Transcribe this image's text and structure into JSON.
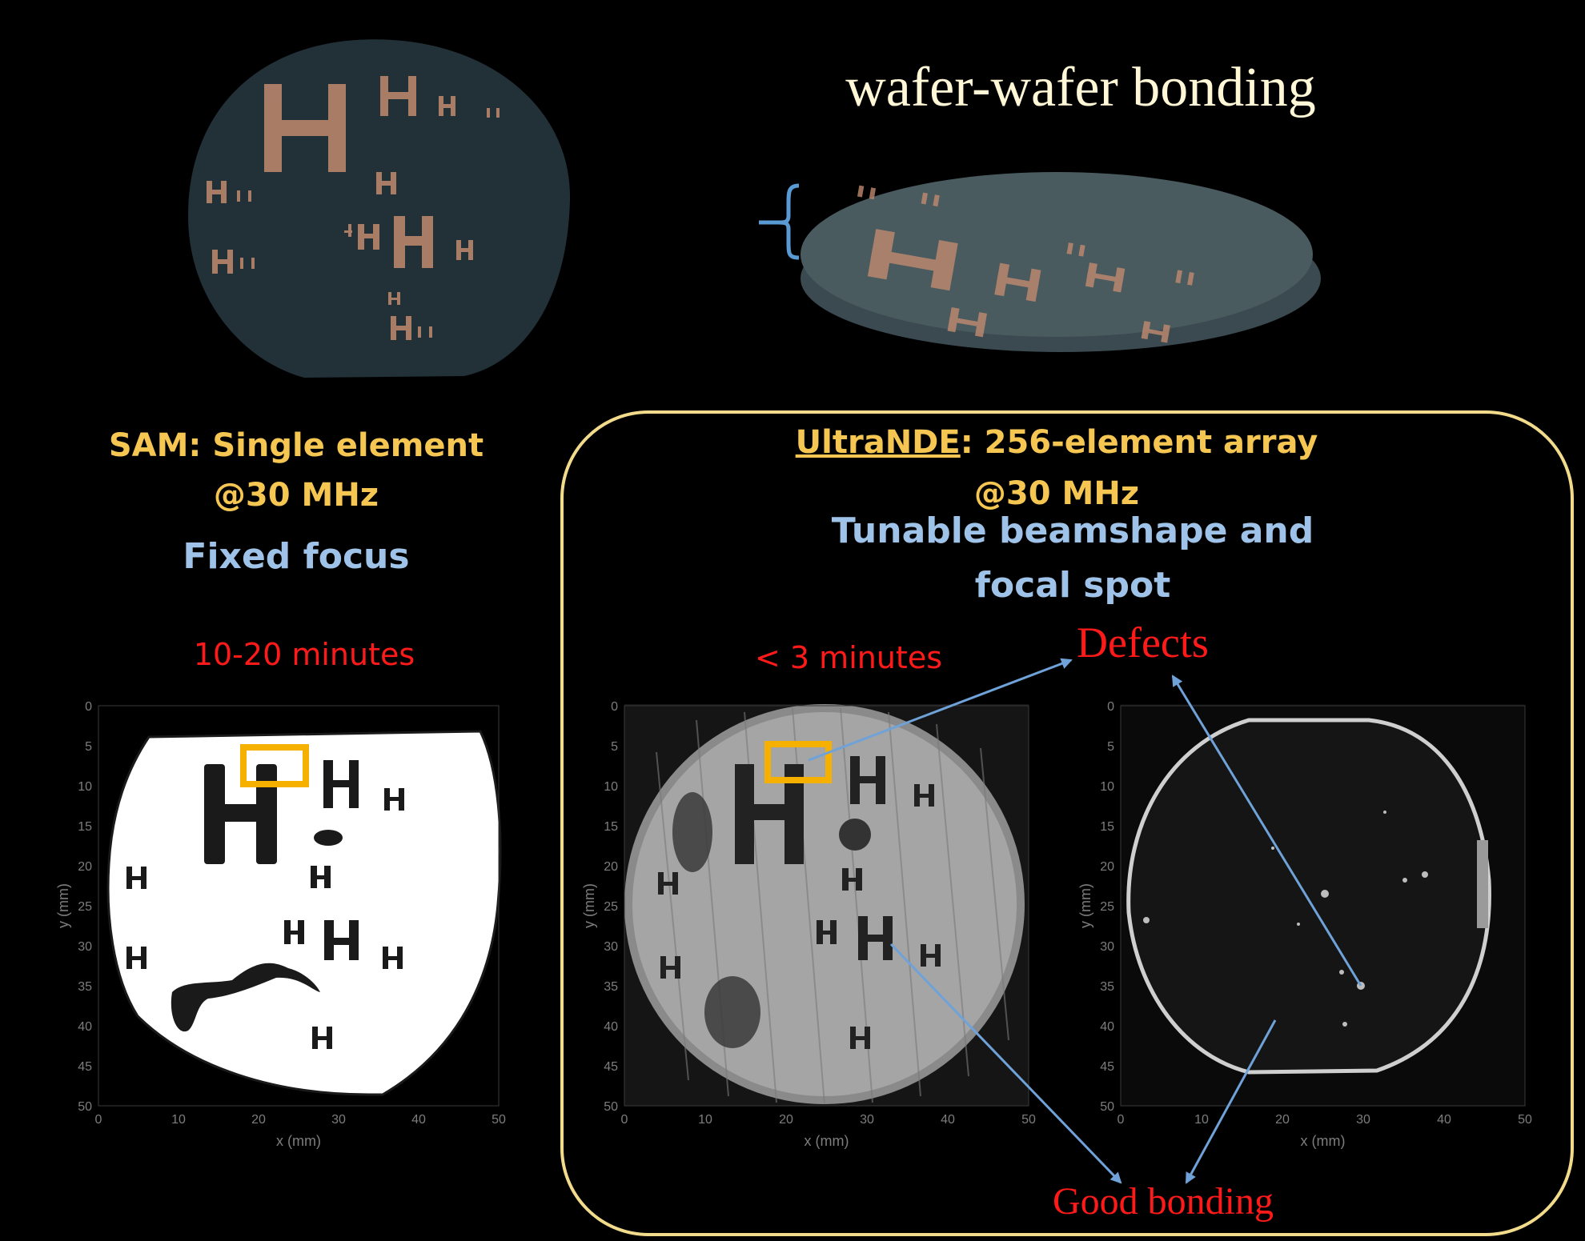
{
  "header": {
    "title": "wafer-wafer bonding"
  },
  "sam": {
    "title_line1": "SAM: Single element",
    "title_line2": "@30 MHz",
    "focus": "Fixed focus",
    "time": "10-20 minutes"
  },
  "ultrande": {
    "name": "UltraNDE",
    "title_rest": ": 256-element array",
    "title_line2": "@30 MHz",
    "beam_line1": "Tunable beamshape and",
    "beam_line2": "focal spot",
    "time": "< 3 minutes"
  },
  "annotations": {
    "defects": "Defects",
    "good_bonding": "Good bonding"
  },
  "plots": {
    "x_label": "x (mm)",
    "y_label": "y (mm)",
    "x_ticks": [
      "0",
      "10",
      "20",
      "30",
      "40",
      "50"
    ],
    "y_ticks": [
      "0",
      "5",
      "10",
      "15",
      "20",
      "25",
      "30",
      "35",
      "40",
      "45",
      "50"
    ]
  },
  "colors": {
    "title_cream": "#fff7d6",
    "yellow_label": "#f5c752",
    "blue_label": "#9fc3e8",
    "red_label": "#ff1a1a",
    "frame": "#f2dc8c",
    "arrow": "#6fa2d8",
    "highlight_box": "#f5b000"
  }
}
